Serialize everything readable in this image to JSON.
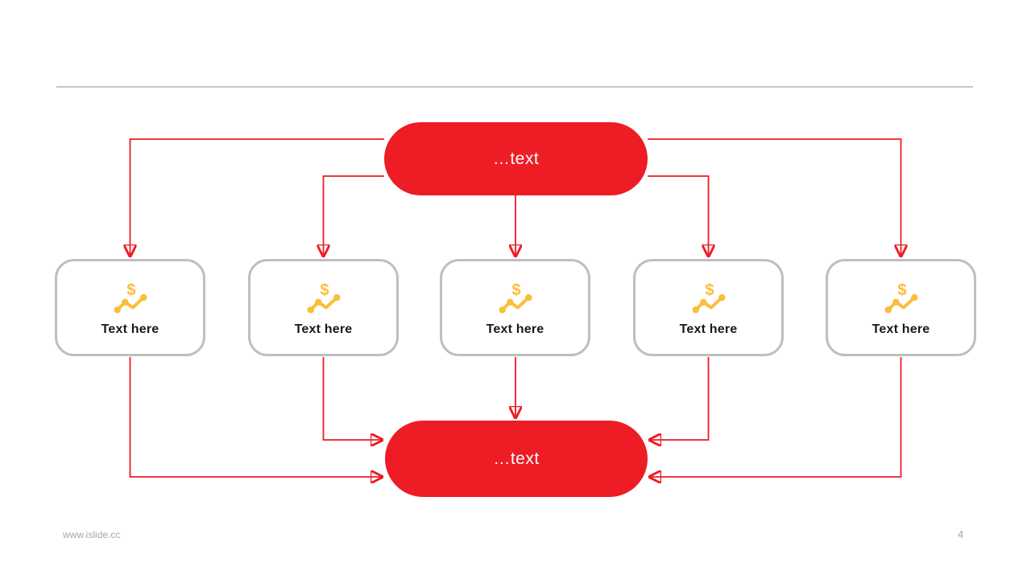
{
  "top_pill": {
    "label": "…text"
  },
  "bottom_pill": {
    "label": "…text"
  },
  "boxes": [
    {
      "label": "Text here",
      "icon": "dollar-trend-icon"
    },
    {
      "label": "Text here",
      "icon": "dollar-trend-icon"
    },
    {
      "label": "Text here",
      "icon": "dollar-trend-icon"
    },
    {
      "label": "Text here",
      "icon": "dollar-trend-icon"
    },
    {
      "label": "Text here",
      "icon": "dollar-trend-icon"
    }
  ],
  "footer": {
    "url": "www.islide.cc",
    "page_number": "4"
  },
  "colors": {
    "accent_red": "#EE1C25",
    "icon_yellow": "#FBBE3C",
    "box_border": "#BFBFBF",
    "footer_text": "#A6A6A6",
    "divider": "#C6C6C6",
    "label_text": "#1A1A1A"
  }
}
